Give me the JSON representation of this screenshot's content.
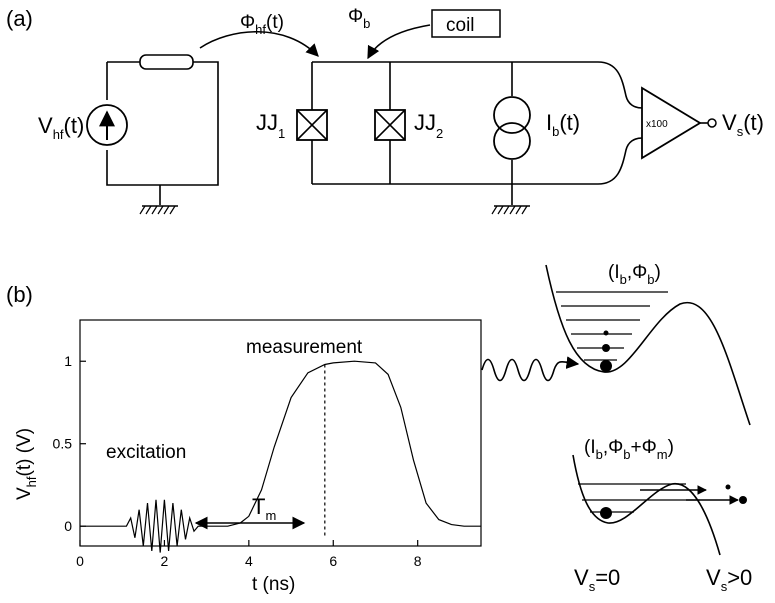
{
  "panel_a": {
    "label": "(a)",
    "source": {
      "main": "V",
      "sub": "hf",
      "arg": "(t)"
    },
    "flux_hf": {
      "main": "Φ",
      "sub": "hf",
      "arg": "(t)"
    },
    "flux_b": {
      "main": "Φ",
      "sub": "b"
    },
    "coil_label": "coil",
    "jj1": {
      "main": "JJ",
      "sub": "1"
    },
    "jj2": {
      "main": "JJ",
      "sub": "2"
    },
    "bias": {
      "main": "I",
      "sub": "b",
      "arg": "(t)"
    },
    "amp_gain": "x100",
    "output": {
      "main": "V",
      "sub": "s",
      "arg": "(t)"
    }
  },
  "panel_b": {
    "label": "(b)",
    "ylabel": {
      "main": "V",
      "sub": "hf",
      "arg": "(t) (V)"
    },
    "xlabel": "t (ns)",
    "annotation_measurement": "measurement",
    "annotation_excitation": "excitation",
    "annotation_tm": {
      "main": "T",
      "sub": "m"
    },
    "top_state": {
      "open": "(I",
      "s1": "b",
      "mid": ",Φ",
      "s2": "b",
      "close": ")"
    },
    "bottom_state": {
      "open": "(I",
      "s1": "b",
      "mid": ",Φ",
      "s2": "b",
      "plus": "+Φ",
      "s3": "m",
      "close": ")"
    },
    "vs_zero": {
      "main": "V",
      "sub": "s",
      "rest": "=0"
    },
    "vs_pos": {
      "main": "V",
      "sub": "s",
      "rest": ">0"
    }
  },
  "chart_data": {
    "type": "line",
    "title": "",
    "xlabel": "t (ns)",
    "ylabel": "V_hf(t) (V)",
    "xlim": [
      0,
      9.5
    ],
    "ylim": [
      -0.12,
      1.25
    ],
    "xticks": [
      0,
      2,
      4,
      6,
      8
    ],
    "yticks": [
      0,
      0.5,
      1
    ],
    "ytick_labels": [
      "0",
      "0.5",
      "1"
    ],
    "grid": false,
    "series": [
      {
        "description_free": true,
        "x": [
          0,
          1.1,
          1.2,
          1.3,
          1.4,
          1.5,
          1.6,
          1.7,
          1.8,
          1.9,
          2.0,
          2.1,
          2.2,
          2.3,
          2.4,
          2.5,
          2.6,
          2.7,
          2.8,
          3.0,
          3.5,
          3.8,
          4.0,
          4.3,
          4.6,
          5.0,
          5.4,
          5.8,
          6.0,
          6.5,
          7.0,
          7.3,
          7.6,
          7.9,
          8.2,
          8.5,
          8.8,
          9.1,
          9.5
        ],
        "y": [
          0,
          0,
          0.05,
          -0.07,
          0.1,
          -0.12,
          0.14,
          -0.15,
          0.16,
          -0.16,
          0.16,
          -0.15,
          0.14,
          -0.12,
          0.1,
          -0.08,
          0.05,
          -0.03,
          0,
          0,
          0,
          0.02,
          0.06,
          0.22,
          0.48,
          0.78,
          0.93,
          0.98,
          0.99,
          1.0,
          0.99,
          0.92,
          0.72,
          0.4,
          0.14,
          0.04,
          0.01,
          0,
          0
        ]
      }
    ],
    "vline_x": 5.8
  }
}
